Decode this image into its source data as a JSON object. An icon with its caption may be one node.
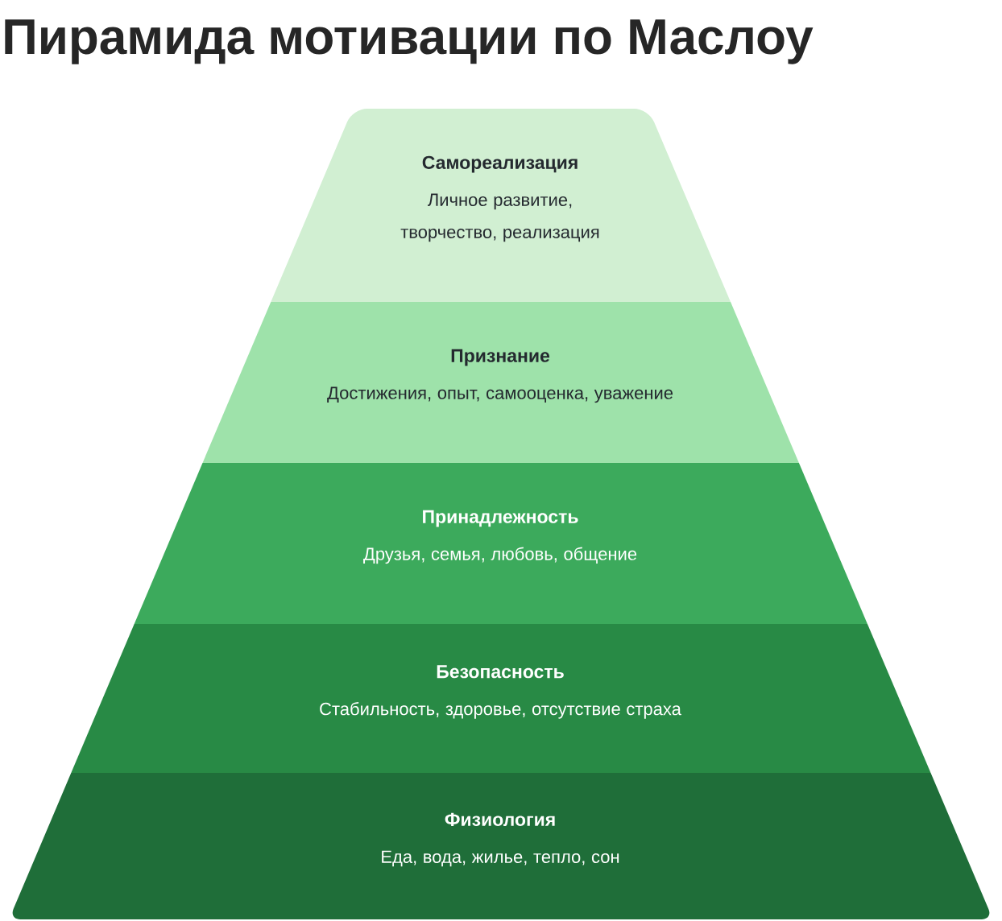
{
  "diagram": {
    "title": "Пирамида мотивации по Маслоу",
    "nodes": [
      {
        "text": [
          "Самореализация",
          "Личное развитие, творчество, реализация"
        ]
      },
      {
        "text": [
          "Признание",
          "Достижения, опыт, самооценка, уважение"
        ]
      },
      {
        "text": [
          "Принадлежность",
          "Друзья, семья, любовь, общение"
        ]
      },
      {
        "text": [
          "Безопасность",
          "Стабильность, здоровье, отсутствие страха"
        ]
      },
      {
        "text": [
          "Физиология",
          "Еда, вода, жилье, тепло, сон"
        ]
      }
    ]
  }
}
